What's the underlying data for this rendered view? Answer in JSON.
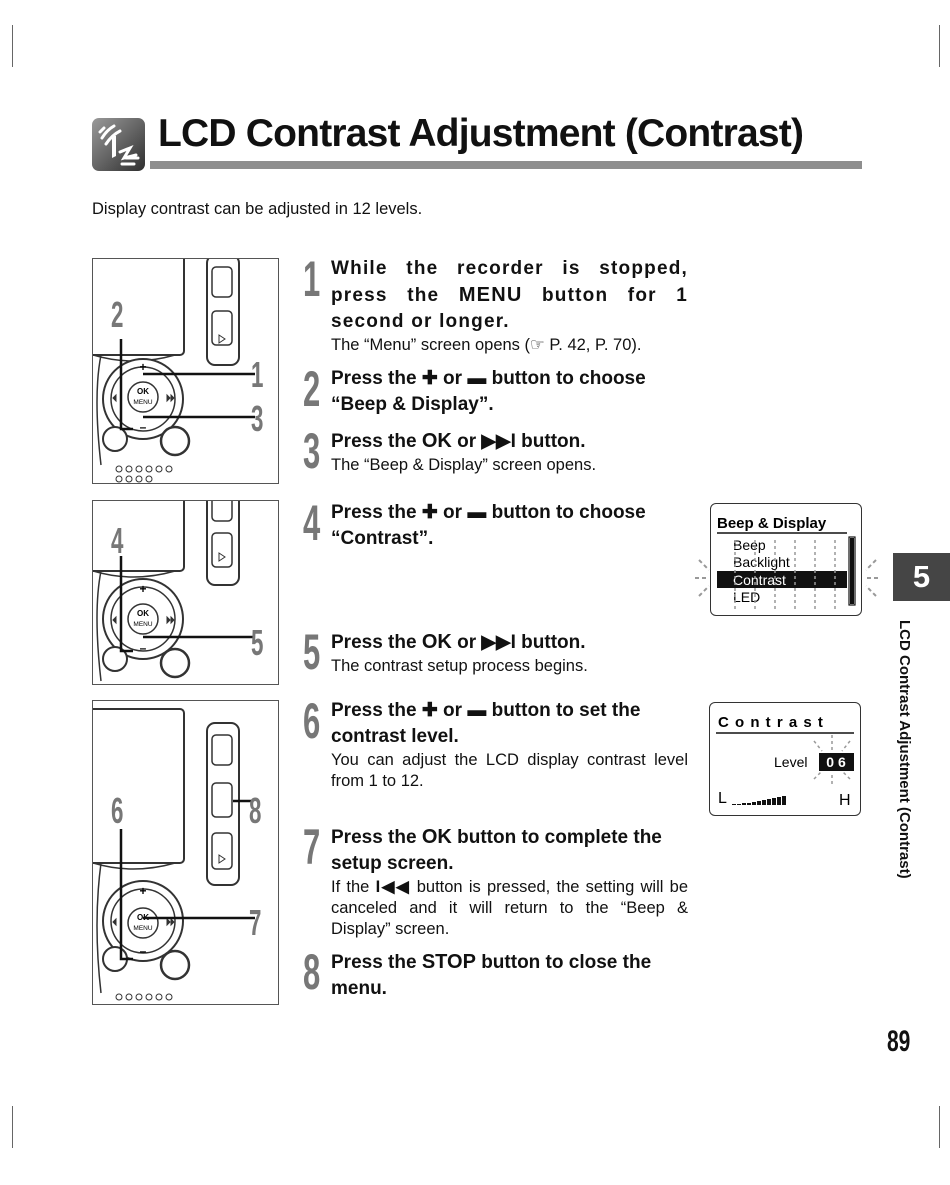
{
  "title": "LCD Contrast Adjustment (Contrast)",
  "intro": "Display contrast can be adjusted in 12 levels.",
  "device": {
    "plus": "+",
    "minus": "–",
    "ok": "OK",
    "menu": "MENU",
    "callouts": [
      "2",
      "1",
      "3",
      "4",
      "5",
      "6",
      "8",
      "7"
    ]
  },
  "steps": [
    {
      "num": "1",
      "head_a": "While the recorder is stopped, press the ",
      "key": "MENU",
      "head_b": " button for 1 second or longer.",
      "desc_a": "The “Menu” screen opens (",
      "ref": "☞",
      "desc_b": " P. 42, P. 70)."
    },
    {
      "num": "2",
      "head_a": "Press the ",
      "plus": "✚",
      "head_b": " or ",
      "minus": "▬",
      "head_c": " button to choose “Beep & Display”."
    },
    {
      "num": "3",
      "head_a": "Press the ",
      "key": "OK",
      "head_b": " or ",
      "key2": "▶▶I",
      "head_c": " button.",
      "desc": "The “Beep & Display” screen opens."
    },
    {
      "num": "4",
      "head_a": "Press the ",
      "plus": "✚",
      "head_b": " or ",
      "minus": "▬",
      "head_c": " button to choose “Contrast”."
    },
    {
      "num": "5",
      "head_a": "Press the ",
      "key": "OK",
      "head_b": " or ",
      "key2": "▶▶I",
      "head_c": " button.",
      "desc": "The contrast setup process begins."
    },
    {
      "num": "6",
      "head_a": "Press the ",
      "plus": "✚",
      "head_b": " or ",
      "minus": "▬",
      "head_c": " button to set the contrast level.",
      "desc": "You can adjust the LCD display contrast level from 1 to 12."
    },
    {
      "num": "7",
      "head_a": "Press the ",
      "key": "OK",
      "head_b": " button to complete the setup screen.",
      "desc_a": "If the ",
      "key2": "I◀◀",
      "desc_b": " button is pressed, the setting will be canceled and it will return to the “Beep & Display” screen."
    },
    {
      "num": "8",
      "head_a": "Press the ",
      "key": "STOP",
      "head_b": " button to close the menu."
    }
  ],
  "lcd_menu": {
    "title": "Beep & Display",
    "items": [
      "Beep",
      "Backlight",
      "Contrast",
      "LED"
    ],
    "selected_index": 2
  },
  "lcd_contrast": {
    "title": "C o n t r a s t",
    "level_label": "Level",
    "level_value": "0 6",
    "low_label": "L",
    "high_label": "H"
  },
  "chapter_tab": "5",
  "side_title": "LCD Contrast Adjustment (Contrast)",
  "page_number": "89"
}
